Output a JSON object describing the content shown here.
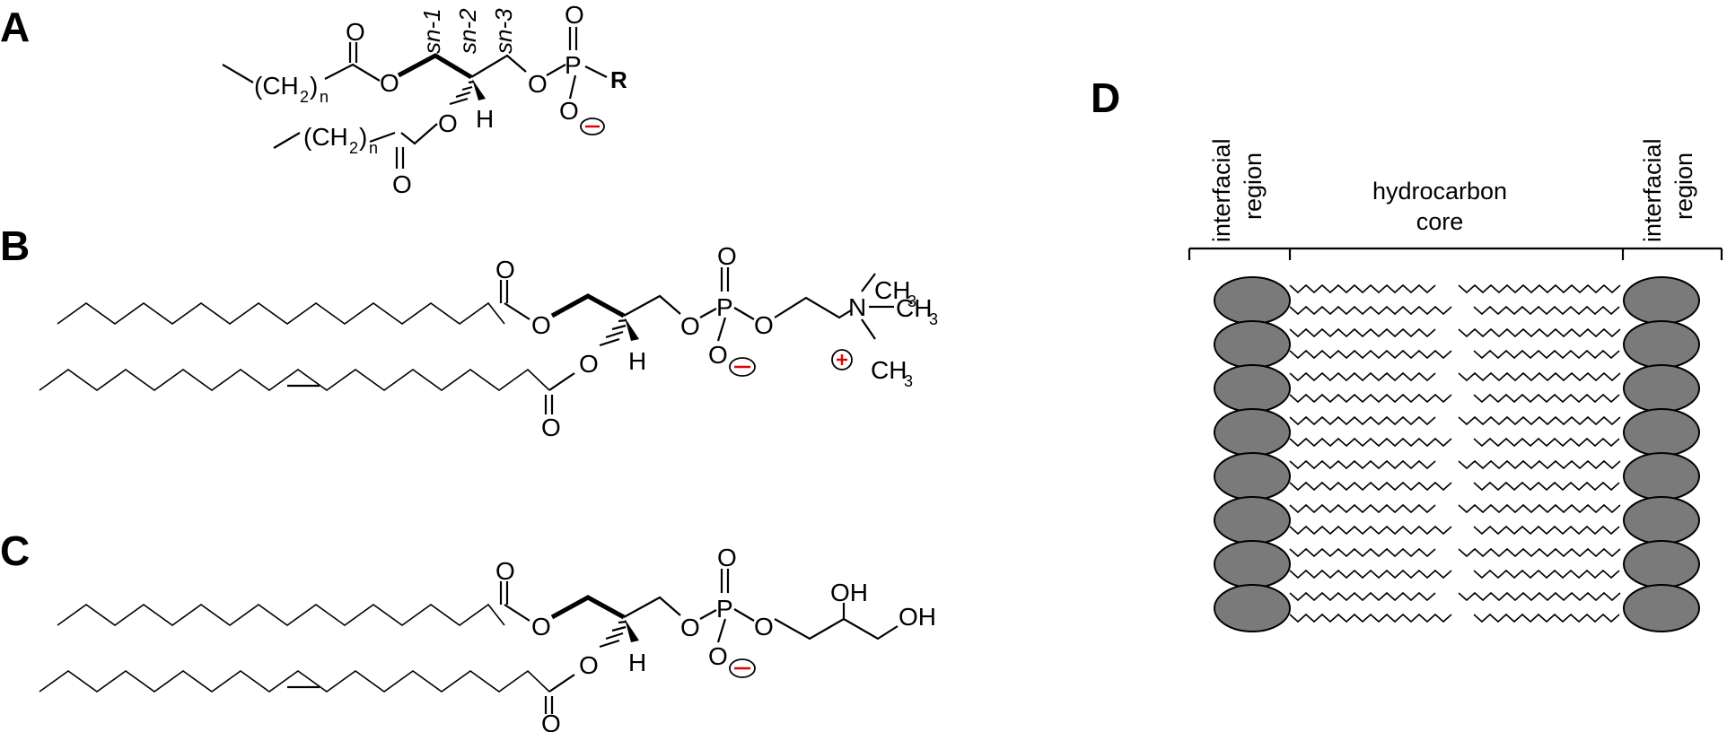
{
  "panels": {
    "a": {
      "label": "A",
      "carbonyl_o": "O",
      "ester_o": "O",
      "ch2_top": "(CH",
      "sub2": "2",
      "close_paren": ")",
      "n": "n",
      "sn1": "sn-1",
      "sn2": "sn-2",
      "sn3": "sn-3",
      "o_link": "O",
      "p": "P",
      "p_o_top": "O",
      "r": "R",
      "p_o_minus": "O",
      "o_sn2": "O",
      "h": "H",
      "ch2_bottom": "(CH",
      "o_carbonyl_bottom": "O"
    },
    "b": {
      "label": "B",
      "o_carbonyl_1": "O",
      "o_ester_1": "O",
      "o_sn2": "O",
      "h": "H",
      "o_link": "O",
      "p": "P",
      "p_o_top": "O",
      "p_o_minus": "O",
      "o_choline": "O",
      "n": "N",
      "ch3": "CH",
      "sub3": "3",
      "o_carbonyl_2": "O"
    },
    "c": {
      "label": "C",
      "o_carbonyl_1": "O",
      "o_ester_1": "O",
      "o_sn2": "O",
      "h": "H",
      "o_link": "O",
      "p": "P",
      "p_o_top": "O",
      "p_o_minus": "O",
      "o_glycerol": "O",
      "oh_1": "OH",
      "oh_2": "OH",
      "o_carbonyl_2": "O"
    },
    "d": {
      "label": "D",
      "left_region_line1": "interfacial",
      "left_region_line2": "region",
      "core_line1": "hydrocarbon",
      "core_line2": "core",
      "right_region_line1": "interfacial",
      "right_region_line2": "region",
      "lipid_rows": 8,
      "headgroup_color": "#7a7a7a"
    }
  }
}
